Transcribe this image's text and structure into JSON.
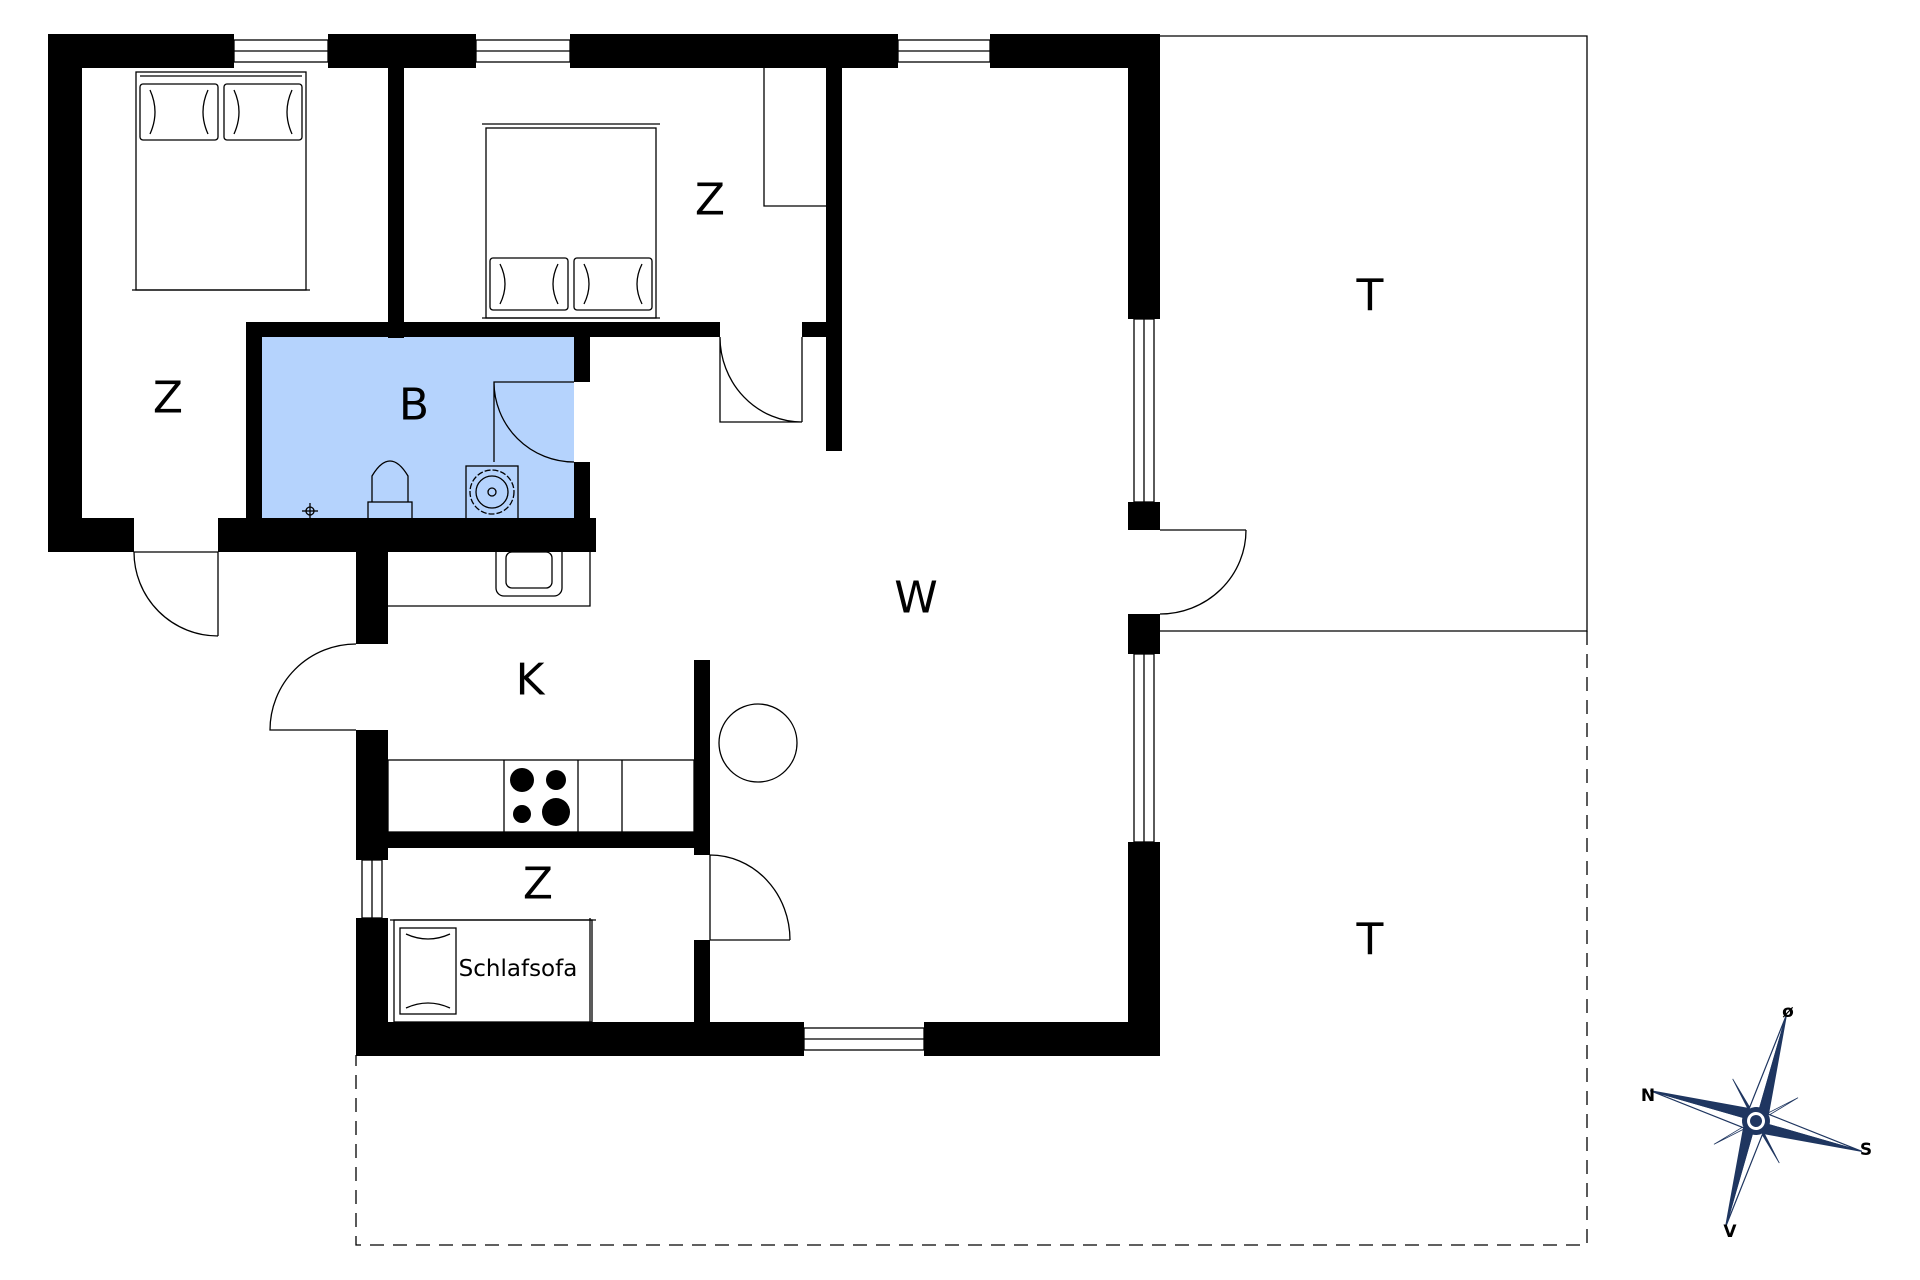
{
  "floor_plan": {
    "rooms": {
      "bedroom_left": "Z",
      "bedroom_top": "Z",
      "bathroom": "B",
      "kitchen": "K",
      "living": "W",
      "bedroom_small": "Z",
      "terrace_top": "T",
      "terrace_bottom": "T"
    },
    "furniture": {
      "sofa_bed": "Schlafsofa"
    },
    "colors": {
      "bathroom_fill": "#b5d3fd",
      "walls": "#000000",
      "compass_blue": "#1f3660"
    }
  },
  "compass": {
    "north": "N",
    "east": "ø",
    "south": "S",
    "west": "V"
  }
}
